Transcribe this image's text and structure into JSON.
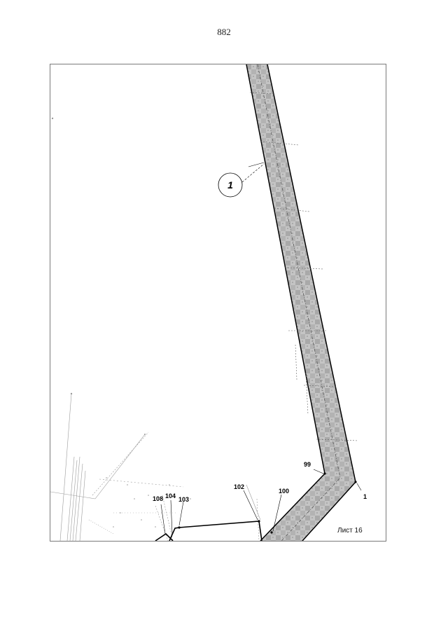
{
  "page": {
    "number": "882"
  },
  "map": {
    "zone_label": "1",
    "sheet_label": "Лист 16",
    "point_labels": {
      "p99": "99",
      "p1": "1",
      "p100": "100",
      "p102": "102",
      "p103": "103",
      "p104": "104",
      "p108": "108"
    },
    "colors": {
      "strip_fill": "#bdbdbd",
      "boundary": "#000000",
      "frame": "#7a7a7a"
    }
  }
}
